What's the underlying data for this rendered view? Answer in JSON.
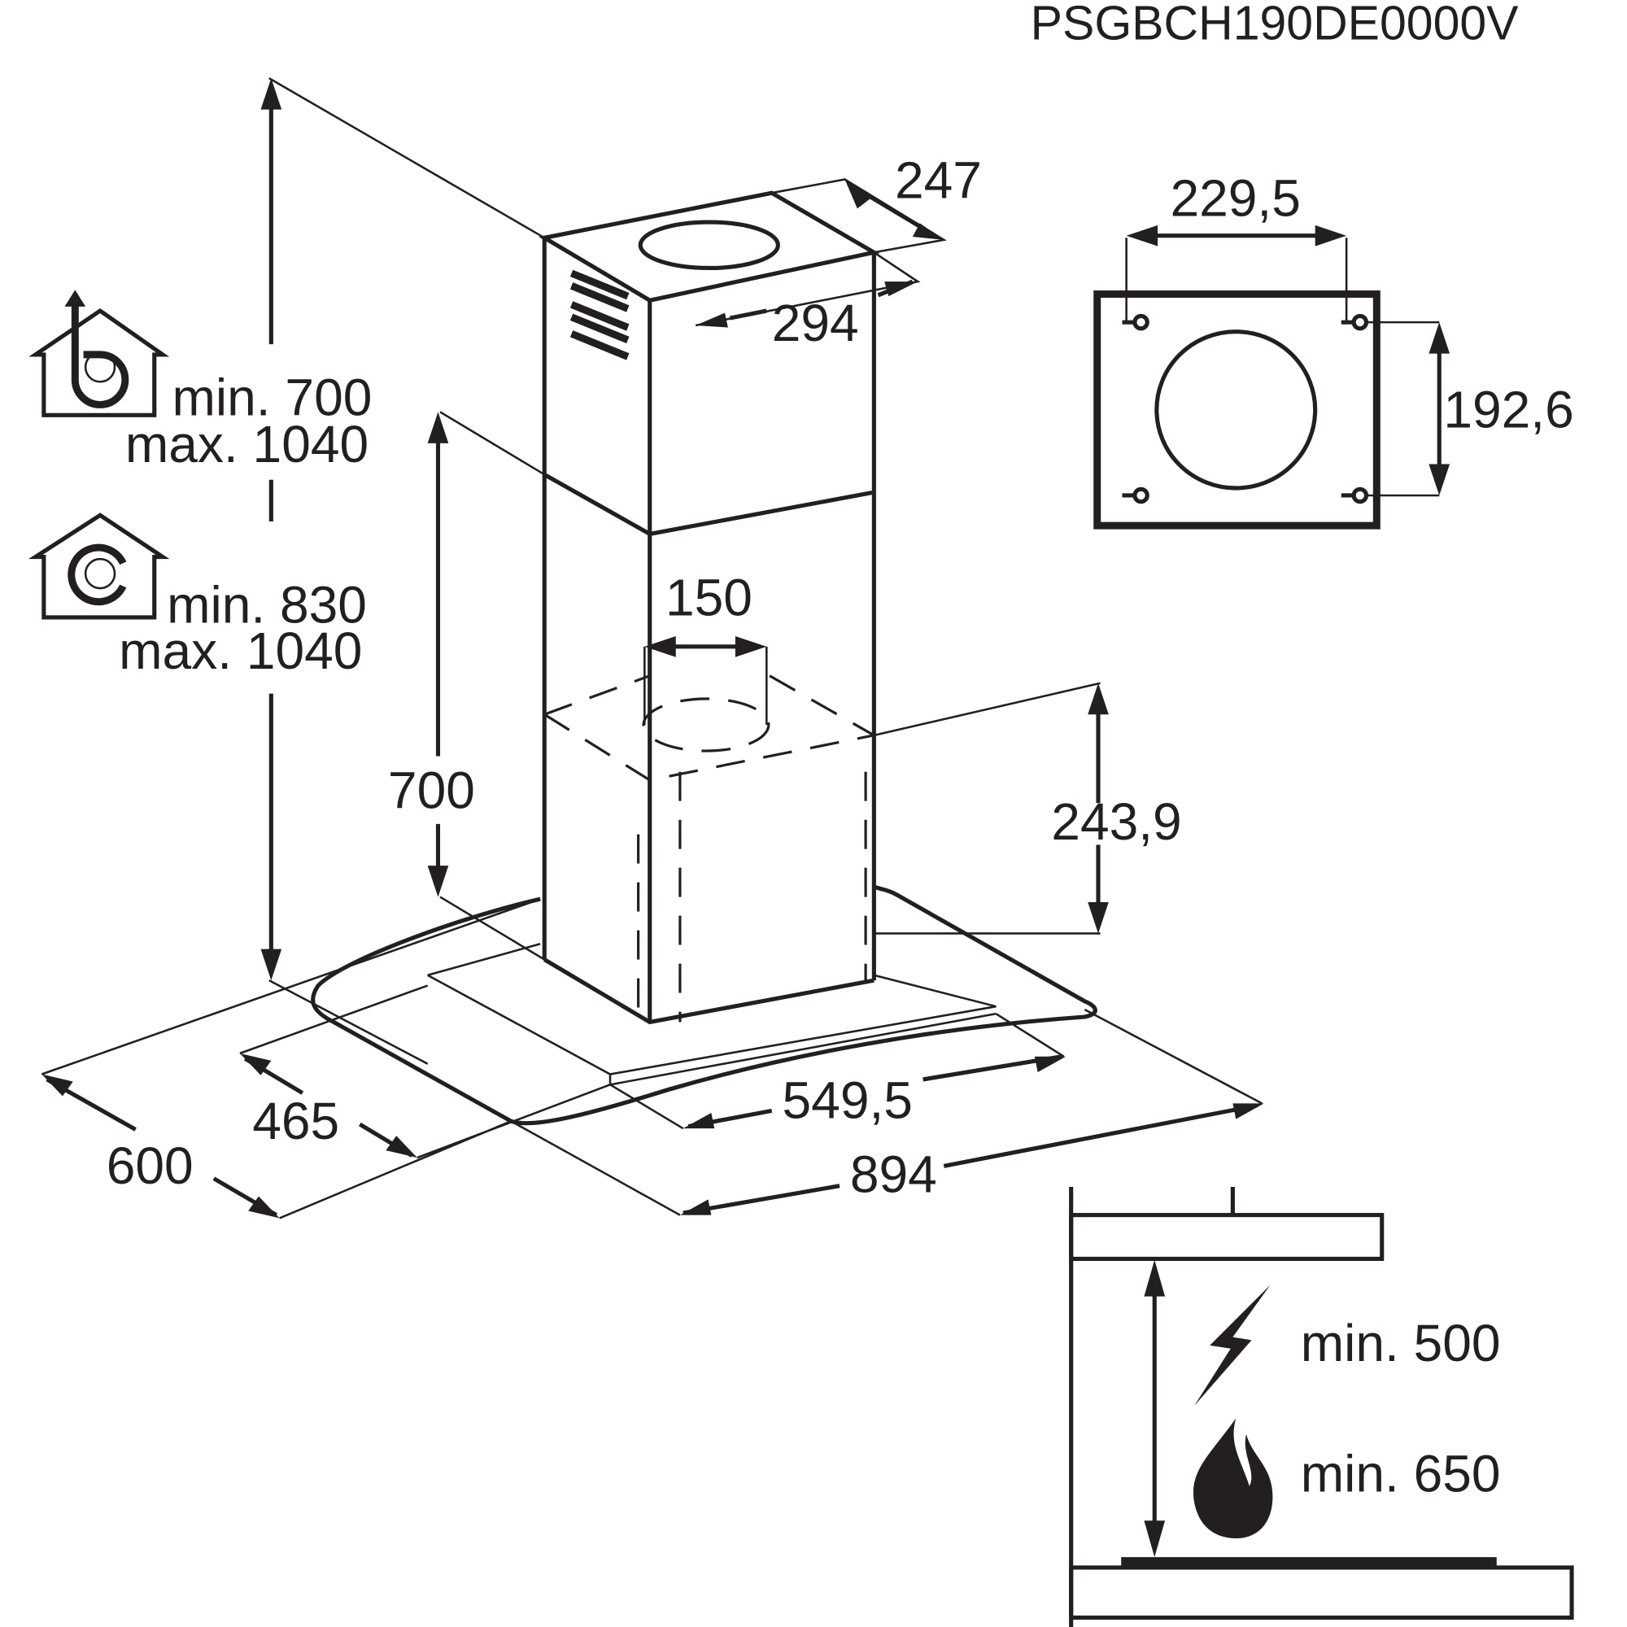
{
  "model_code": "PSGBCH190DE0000V",
  "dimensions": {
    "chimney_depth": "247",
    "chimney_width": "294",
    "duct_diameter": "150",
    "hood_height": "700",
    "canopy_height": "243,9",
    "depth_inner": "465",
    "depth_outer": "600",
    "width_inner": "549,5",
    "width_outer": "894"
  },
  "ducted_mode": {
    "icon": "house-extraction-fan-icon",
    "min": "min. 700",
    "max": "max. 1040"
  },
  "recirculation_mode": {
    "icon": "house-recirculation-fan-icon",
    "min": "min. 830",
    "max": "max. 1040"
  },
  "mounting_plate": {
    "hole_spacing_horizontal": "229,5",
    "hole_spacing_vertical": "192,6"
  },
  "clearance": {
    "electric": {
      "icon": "lightning-icon",
      "label": "min. 500"
    },
    "gas": {
      "icon": "flame-icon",
      "label": "min. 650"
    }
  }
}
